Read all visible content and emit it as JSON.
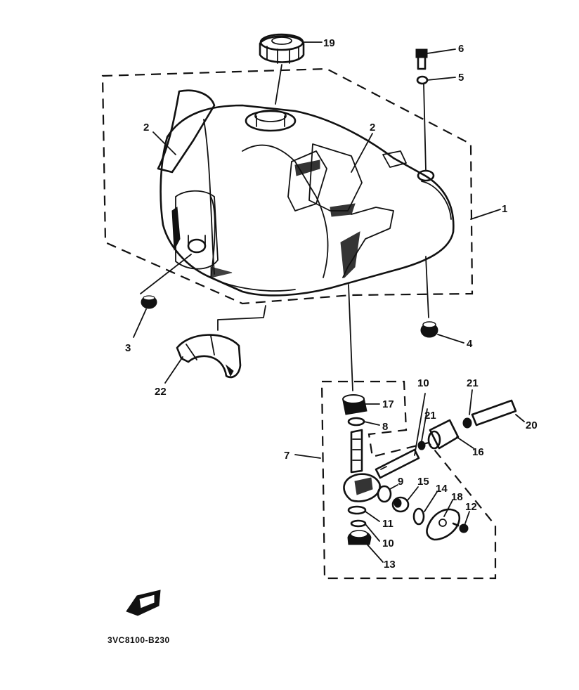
{
  "diagram": {
    "reference_code": "3VC8100-B230",
    "callouts": {
      "p1": "1",
      "p2a": "2",
      "p2b": "2",
      "p3": "3",
      "p4": "4",
      "p5": "5",
      "p6": "6",
      "p7": "7",
      "p8": "8",
      "p9": "9",
      "p10": "10",
      "p10b": "10",
      "p11": "11",
      "p12": "12",
      "p13": "13",
      "p14": "14",
      "p15": "15",
      "p16": "16",
      "p17": "17",
      "p18": "18",
      "p19": "19",
      "p20": "20",
      "p21a": "21",
      "p21b": "21",
      "p22": "22"
    }
  }
}
